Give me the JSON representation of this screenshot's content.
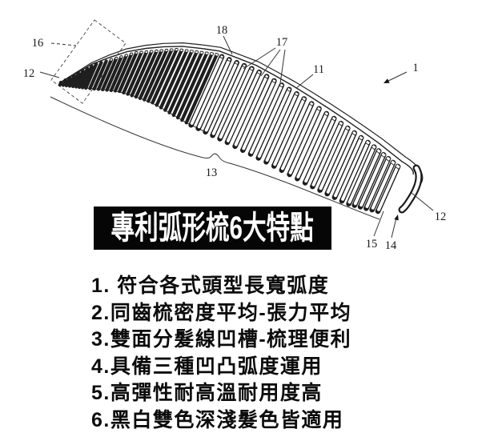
{
  "figure": {
    "part_labels": {
      "comb": "1",
      "spine_edge": "11",
      "tip_left": "12",
      "end_right": "12",
      "body_length": "13",
      "end_cap_tip": "14",
      "last_tooth": "15",
      "tip_zone": "16",
      "teeth_roots": "17",
      "top_edge": "18"
    }
  },
  "banner": {
    "title": "專利弧形梳6大特點",
    "bg_color": "#060606",
    "text_color": "#ffffff"
  },
  "features": {
    "items": [
      "1. 符合各式頭型長寬弧度",
      "2.同齒梳密度平均-張力平均",
      "3.雙面分髮線凹槽-梳理便利",
      "4.具備三種凹凸弧度運用",
      "5.高彈性耐高溫耐用度高",
      "6.黑白雙色深淺髮色皆適用"
    ]
  }
}
